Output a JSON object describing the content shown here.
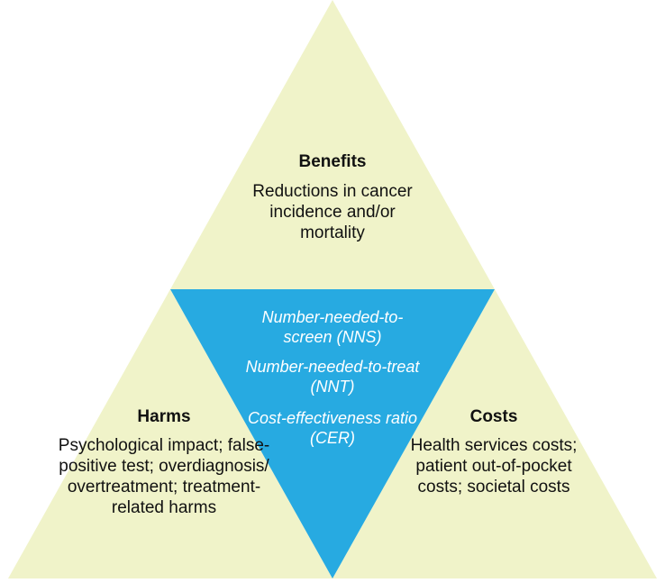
{
  "colors": {
    "triangle_fill": "#f0f3c9",
    "center_fill": "#27aae1",
    "center_text": "#ffffff",
    "text": "#111111"
  },
  "benefits": {
    "title": "Benefits",
    "description": "Reductions in cancer incidence and/or mortality"
  },
  "harms": {
    "title": "Harms",
    "description": "Psychological impact; false-positive test; overdiagnosis/ overtreatment; treatment-related harms"
  },
  "costs": {
    "title": "Costs",
    "description": "Health services costs; patient out-of-pocket costs; societal costs"
  },
  "center": {
    "nns": "Number-needed-to-screen (NNS)",
    "nnt": "Number-needed-to-treat (NNT)",
    "cer": "Cost-effectiveness ratio (CER)"
  }
}
